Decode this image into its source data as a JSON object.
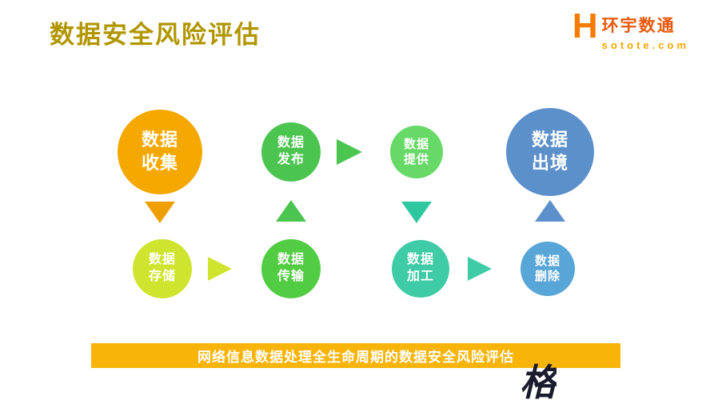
{
  "page": {
    "title": "数据安全风险评估",
    "title_color": "#B19600",
    "background": "#ffffff"
  },
  "logo": {
    "icon": "H",
    "name": "环宇数通",
    "domain": "sotote.com",
    "icon_color": "#F57C00",
    "name_color": "#E8590C",
    "domain_color": "#F7A600"
  },
  "diagram": {
    "nodes": [
      {
        "id": "collect",
        "line1": "数据",
        "line2": "收集",
        "color": "#F5A800"
      },
      {
        "id": "publish",
        "line1": "数据",
        "line2": "发布",
        "color": "#4CC550"
      },
      {
        "id": "provide",
        "line1": "数据",
        "line2": "提供",
        "color": "#66D966"
      },
      {
        "id": "exit",
        "line1": "数据",
        "line2": "出境",
        "color": "#5C90CB"
      },
      {
        "id": "store",
        "line1": "数据",
        "line2": "存储",
        "color": "#CFE42E"
      },
      {
        "id": "transfer",
        "line1": "数据",
        "line2": "传输",
        "color": "#52CC43"
      },
      {
        "id": "process",
        "line1": "数据",
        "line2": "加工",
        "color": "#3ECBA5"
      },
      {
        "id": "delete",
        "line1": "数据",
        "line2": "删除",
        "color": "#58A5D8"
      }
    ],
    "arrows": [
      {
        "id": "publish-to-provide",
        "direction": "right",
        "color": "#4CC550"
      },
      {
        "id": "collect-to-store",
        "direction": "down",
        "color": "#EFA000"
      },
      {
        "id": "transfer-to-publish",
        "direction": "up",
        "color": "#4CC550"
      },
      {
        "id": "provide-to-process",
        "direction": "down",
        "color": "#2FC79F"
      },
      {
        "id": "delete-to-exit",
        "direction": "up",
        "color": "#5C90CB"
      },
      {
        "id": "store-to-transfer",
        "direction": "right",
        "color": "#CFE42E"
      },
      {
        "id": "process-to-delete",
        "direction": "right",
        "color": "#3ECBA5"
      }
    ]
  },
  "banner": {
    "text": "网络信息数据处理全生命周期的数据安全风险评估",
    "background": "#F9B409"
  },
  "watermark": {
    "text": "格"
  }
}
